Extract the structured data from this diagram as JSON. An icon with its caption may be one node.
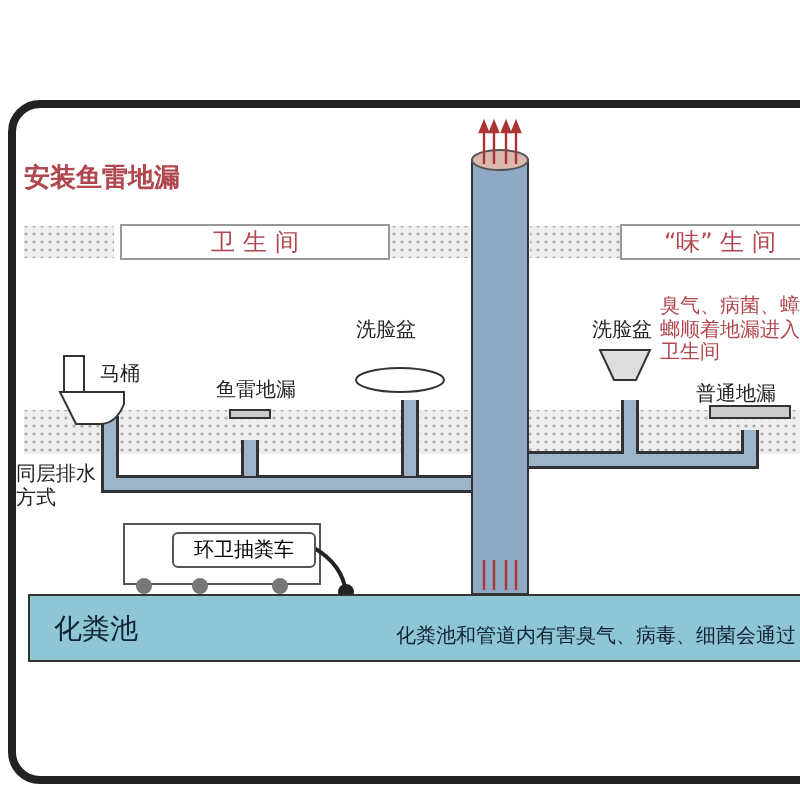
{
  "diagram": {
    "title": "安装鱼雷地漏",
    "nodes": [
      {
        "text": [
          "卫 生 间"
        ]
      },
      {
        "text": [
          "“味” 生 间"
        ]
      },
      {
        "text": [
          "环卫抽粪车"
        ]
      },
      {
        "text": [
          "化粪池",
          "化粪池和管道内有害臭气、病毒、细菌会通过"
        ]
      }
    ],
    "edges": [
      {
        "from": 2,
        "to": 3,
        "arrow": "other"
      }
    ],
    "labels": [
      "马桶",
      "洗脸盆",
      "鱼雷地漏",
      "洗脸盆",
      "臭气、病菌、蟑螂顺着地漏进入卫生间",
      "普通地漏",
      "同层排水方式"
    ]
  }
}
